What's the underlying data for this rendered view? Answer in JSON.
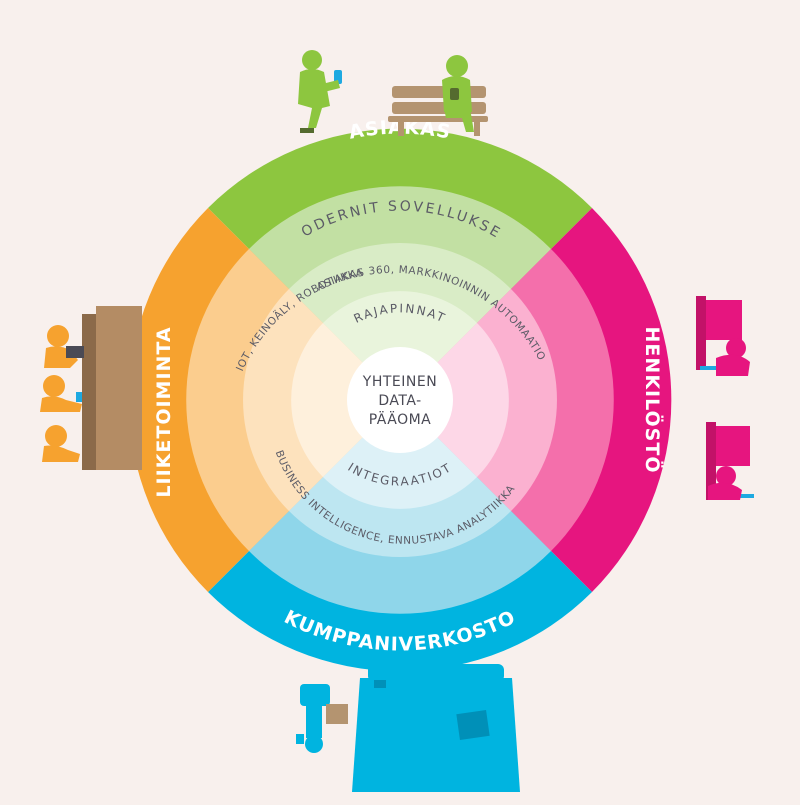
{
  "outer_labels": {
    "top": "ASIAKAS",
    "right": "HENKILÖSTÖ",
    "bottom": "KUMPPANIVERKOSTO",
    "left": "LIIKETOIMINTA"
  },
  "middle_labels": {
    "top": "MODERNIT SOVELLUKSET",
    "right": "ASIAKAS 360, MARKKINOINNIN AUTOMAATIO",
    "bottom": "BUSINESS INTELLIGENCE, ENNUSTAVA ANALYTIIKKA",
    "left": "IOT, KEINOÄLY, ROBOTIIKKA"
  },
  "inner_labels": {
    "top": "RAJAPINNAT",
    "bottom": "INTEGRAATIOT"
  },
  "center": {
    "line1": "YHTEINEN",
    "line2": "DATA-",
    "line3": "PÄÄOMA"
  },
  "colors": {
    "background": "#f8f0ed",
    "green": "#8dc63f",
    "magenta": "#e6157f",
    "blue": "#00b4e0",
    "orange": "#f6a22f",
    "bench": "#b49470",
    "desk": "#b48c64",
    "box": "#b49470"
  },
  "icons": [
    "customer-figures-icon",
    "bench-icon",
    "staff-desk-icon",
    "partner-truck-icon",
    "business-meeting-icon"
  ]
}
